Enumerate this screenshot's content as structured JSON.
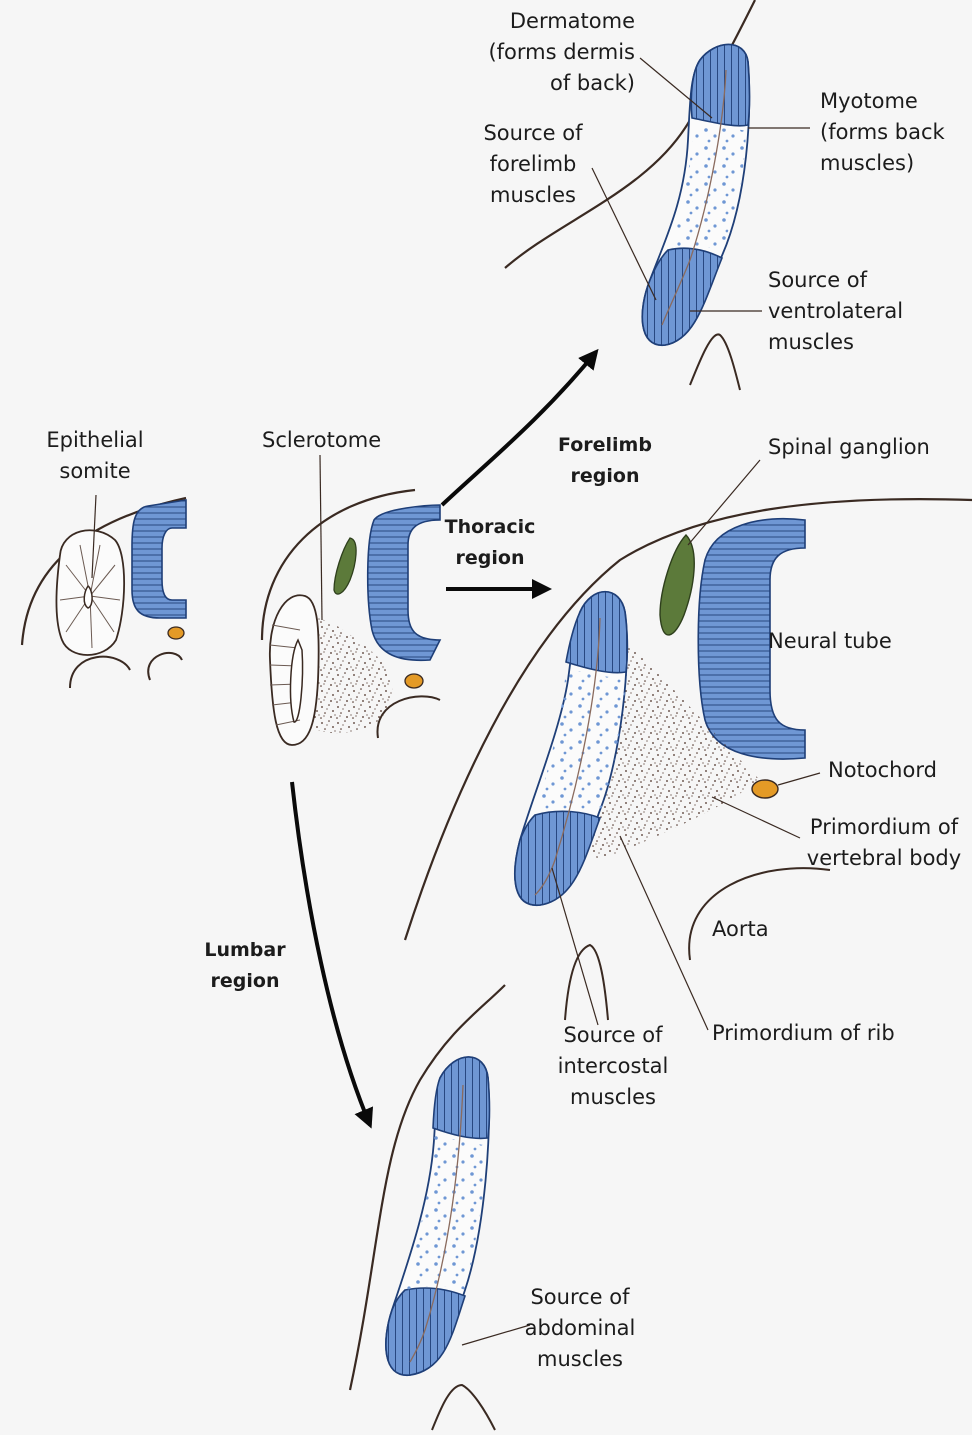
{
  "colors": {
    "background": "#f6f6f6",
    "outline": "#3a2a22",
    "somite_blue": "#6f97d4",
    "ganglion_green": "#5c7a3a",
    "notochord_orange": "#e49a26",
    "arrow": "#0a0a0a"
  },
  "labels": {
    "epithelial_somite": "Epithelial\nsomite",
    "sclerotome": "Sclerotome",
    "thoracic_region": "Thoracic\nregion",
    "forelimb_region": "Forelimb\nregion",
    "lumbar_region": "Lumbar\nregion",
    "dermatome": "Dermatome\n(forms dermis\nof back)",
    "myotome": "Myotome\n(forms back\nmuscles)",
    "forelimb_muscles": "Source of\nforelimb\nmuscles",
    "ventrolateral_muscles": "Source of\nventrolateral\nmuscles",
    "spinal_ganglion": "Spinal ganglion",
    "neural_tube": "Neural tube",
    "notochord": "Notochord",
    "vertebral_body": "Primordium of\nvertebral body",
    "aorta": "Aorta",
    "intercostal_muscles": "Source of\nintercostal\nmuscles",
    "primordium_rib": "Primordium of rib",
    "abdominal_muscles": "Source of\nabdominal\nmuscles"
  }
}
